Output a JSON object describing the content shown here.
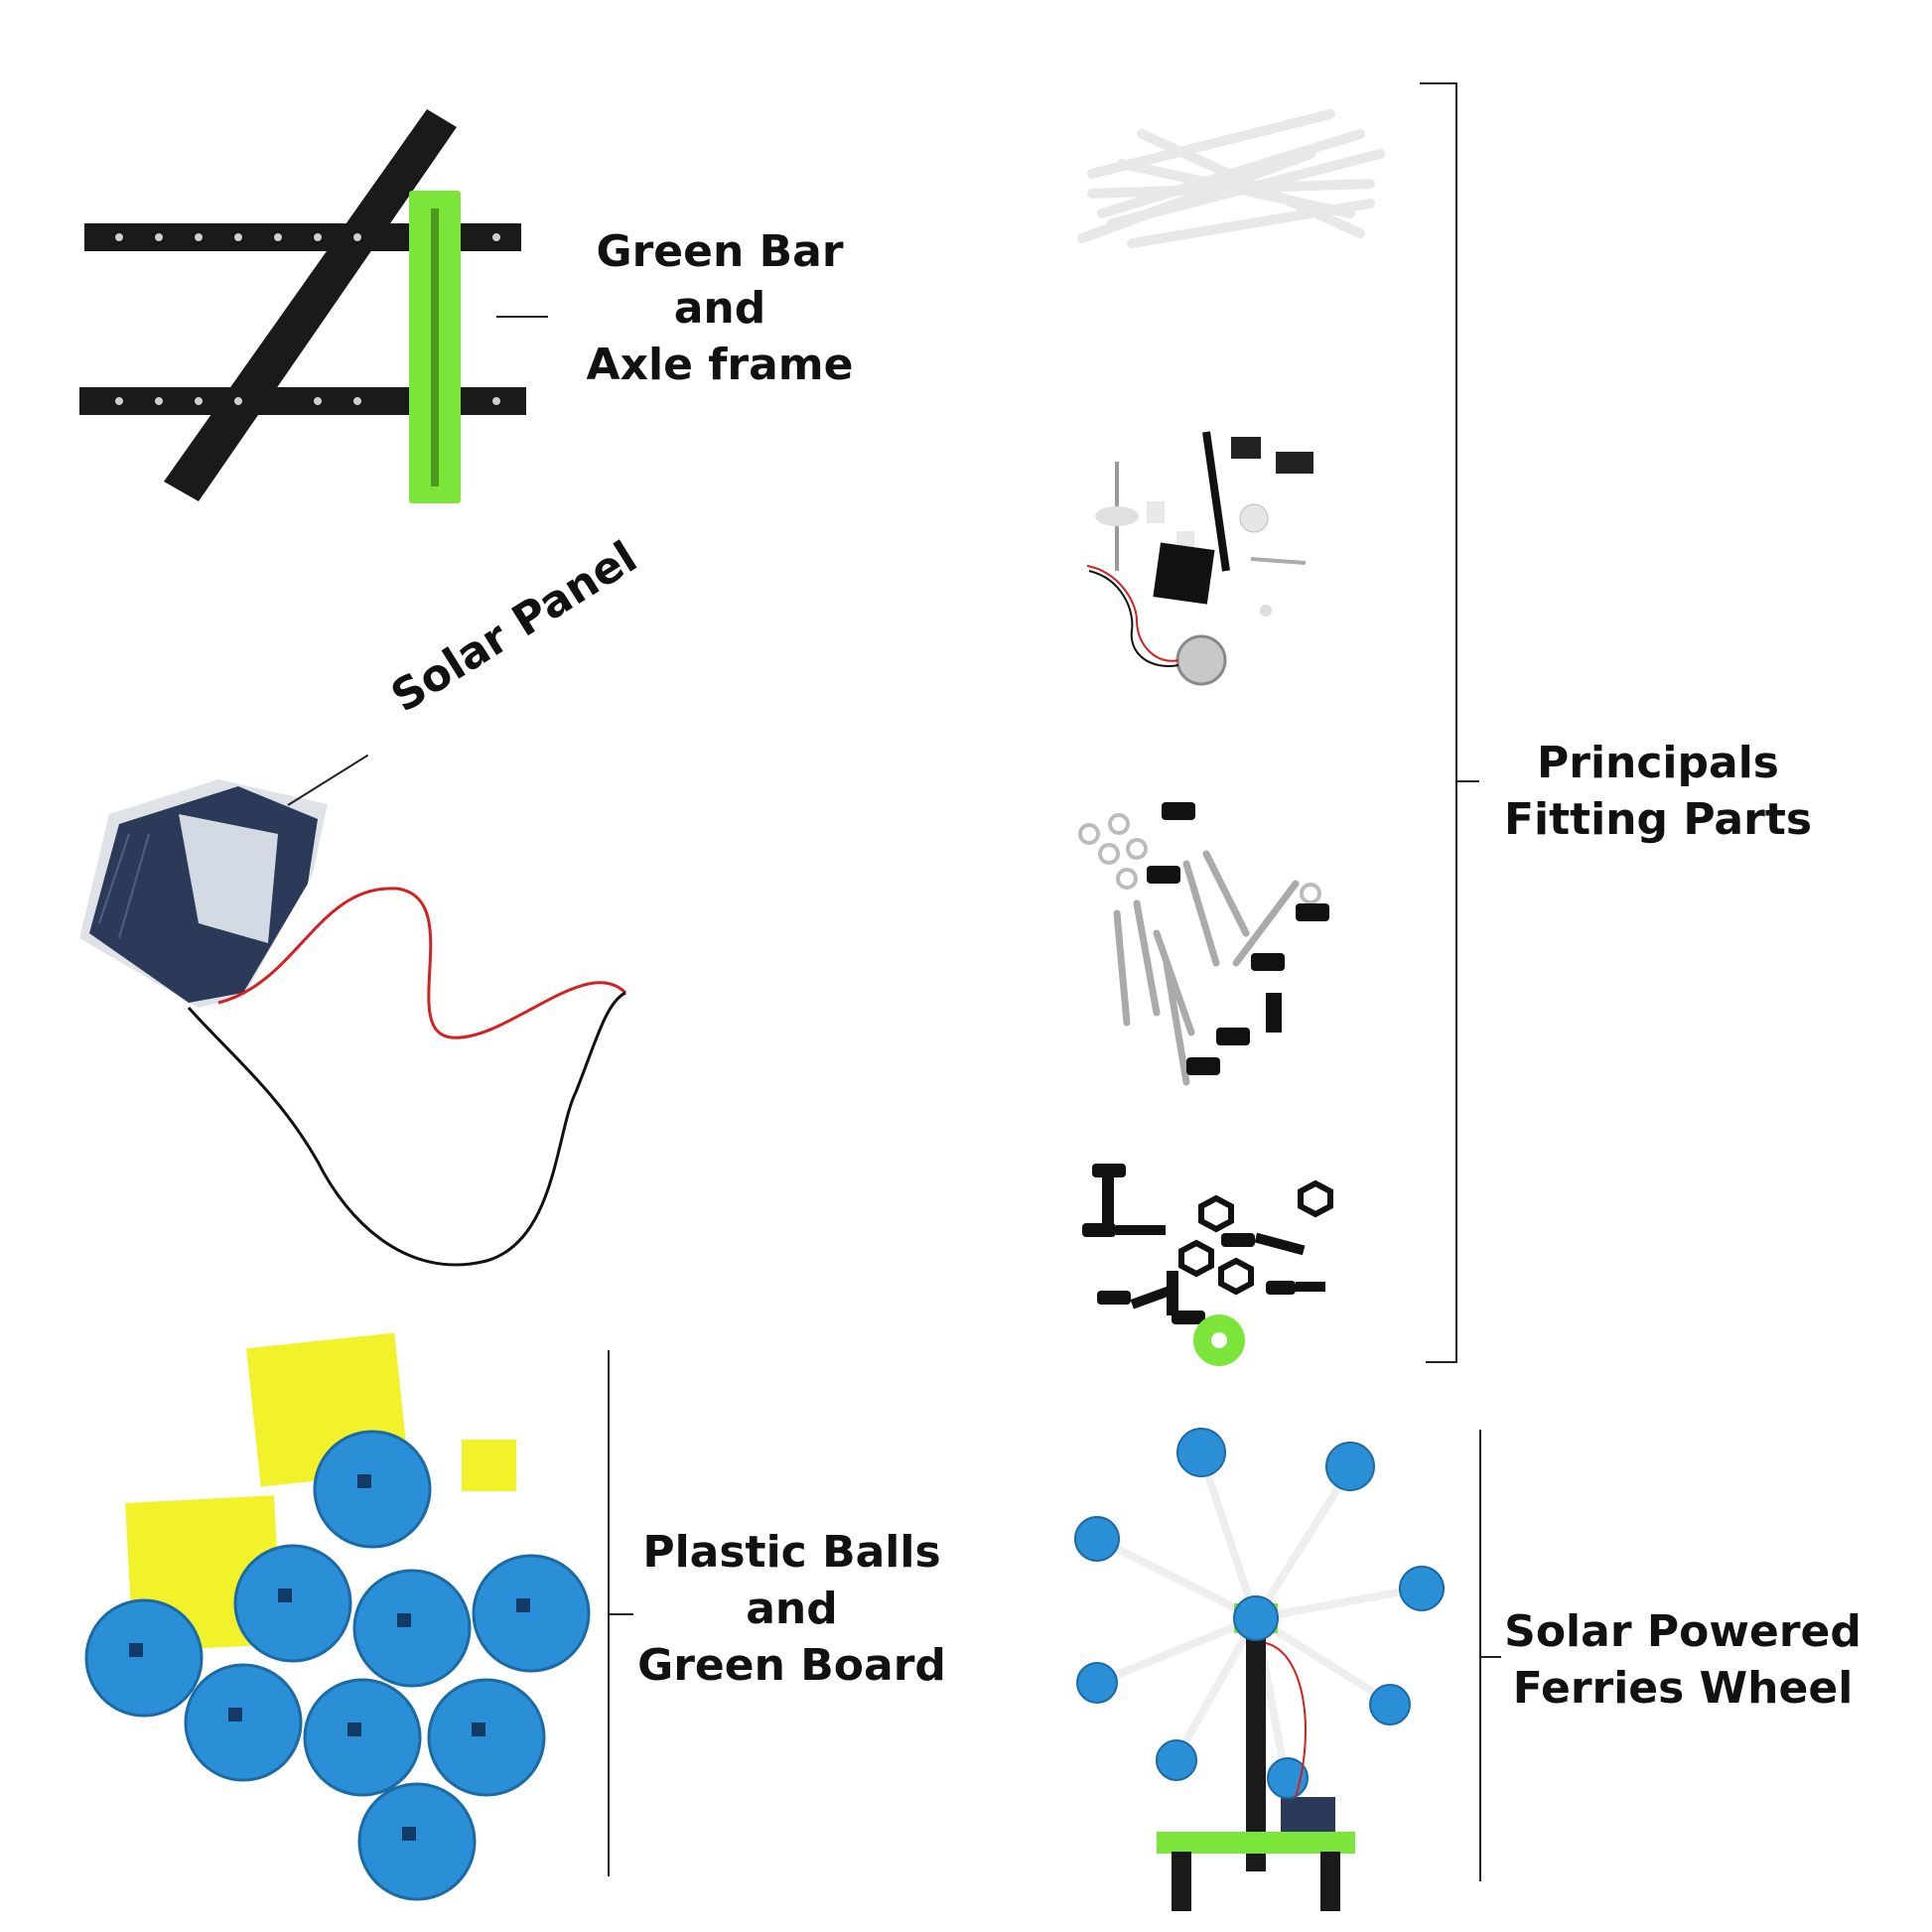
{
  "labels": {
    "green_bar": [
      "Green Bar",
      "and",
      "Axle frame"
    ],
    "solar_panel": "Solar Panel",
    "principal_parts": [
      "Principals",
      "Fitting Parts"
    ],
    "plastic_balls": [
      "Plastic Balls",
      "and",
      "Green Board"
    ],
    "ferris_wheel": [
      "Solar Powered",
      "Ferries Wheel"
    ]
  },
  "colors": {
    "bar_black": "#1a1a1a",
    "bar_green": "#7be53a",
    "ball_blue": "#2a8fd6",
    "board_yellow": "#f2f22a",
    "wire_red": "#d42020",
    "wire_black": "#111111",
    "panel_blue": "#2c3a5a"
  }
}
